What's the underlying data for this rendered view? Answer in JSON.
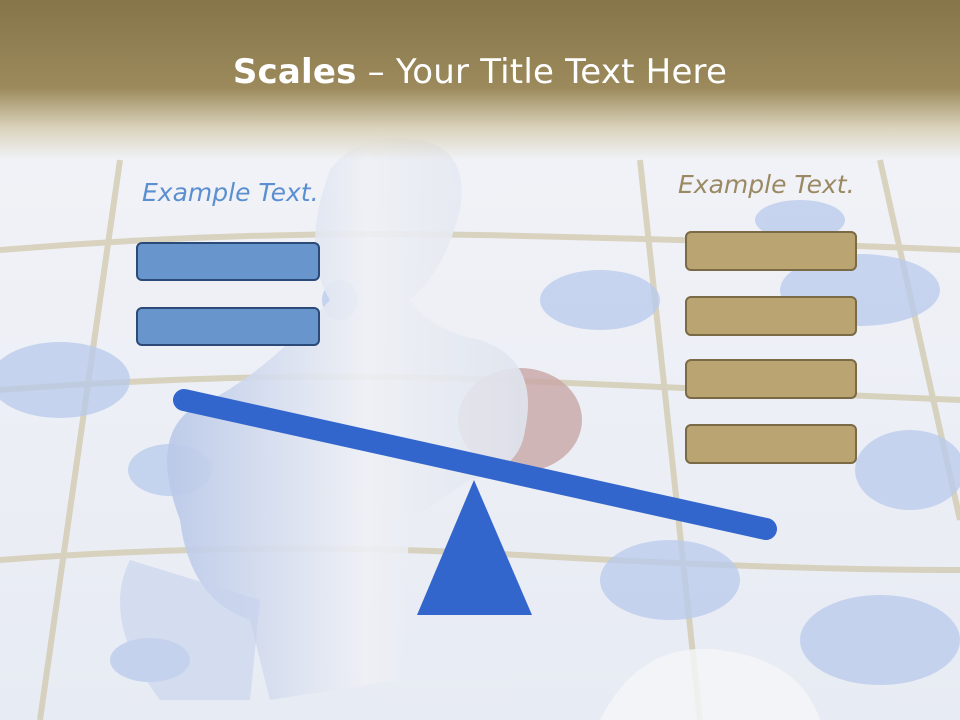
{
  "slide": {
    "title_bold": "Scales",
    "title_rest": " – Your Title Text Here",
    "left_label": "Example Text.",
    "right_label": "Example Text."
  },
  "colors": {
    "beam": "#3366cc",
    "fulcrum": "#3366cc",
    "left_boxes": "#6896cc",
    "right_boxes": "#b9a472",
    "title_band": "#857548"
  },
  "left_boxes_count": 2,
  "right_boxes_count": 4
}
